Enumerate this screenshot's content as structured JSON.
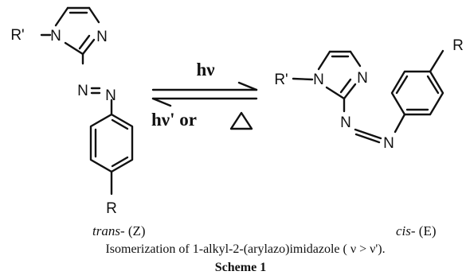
{
  "atoms": {
    "r_prime": "R'",
    "n": "N",
    "r": "R"
  },
  "arrows": {
    "forward_label": "hν",
    "reverse_label": "hν' or",
    "heat_icon": "delta-triangle-icon"
  },
  "isomers": {
    "left_prefix": "trans-",
    "left_suffix": " (Z)",
    "right_prefix": "cis-",
    "right_suffix": " (E)"
  },
  "caption": "Isomerization of 1-alkyl-2-(arylazo)imidazole ( ν > ν').",
  "scheme_title": "Scheme 1"
}
